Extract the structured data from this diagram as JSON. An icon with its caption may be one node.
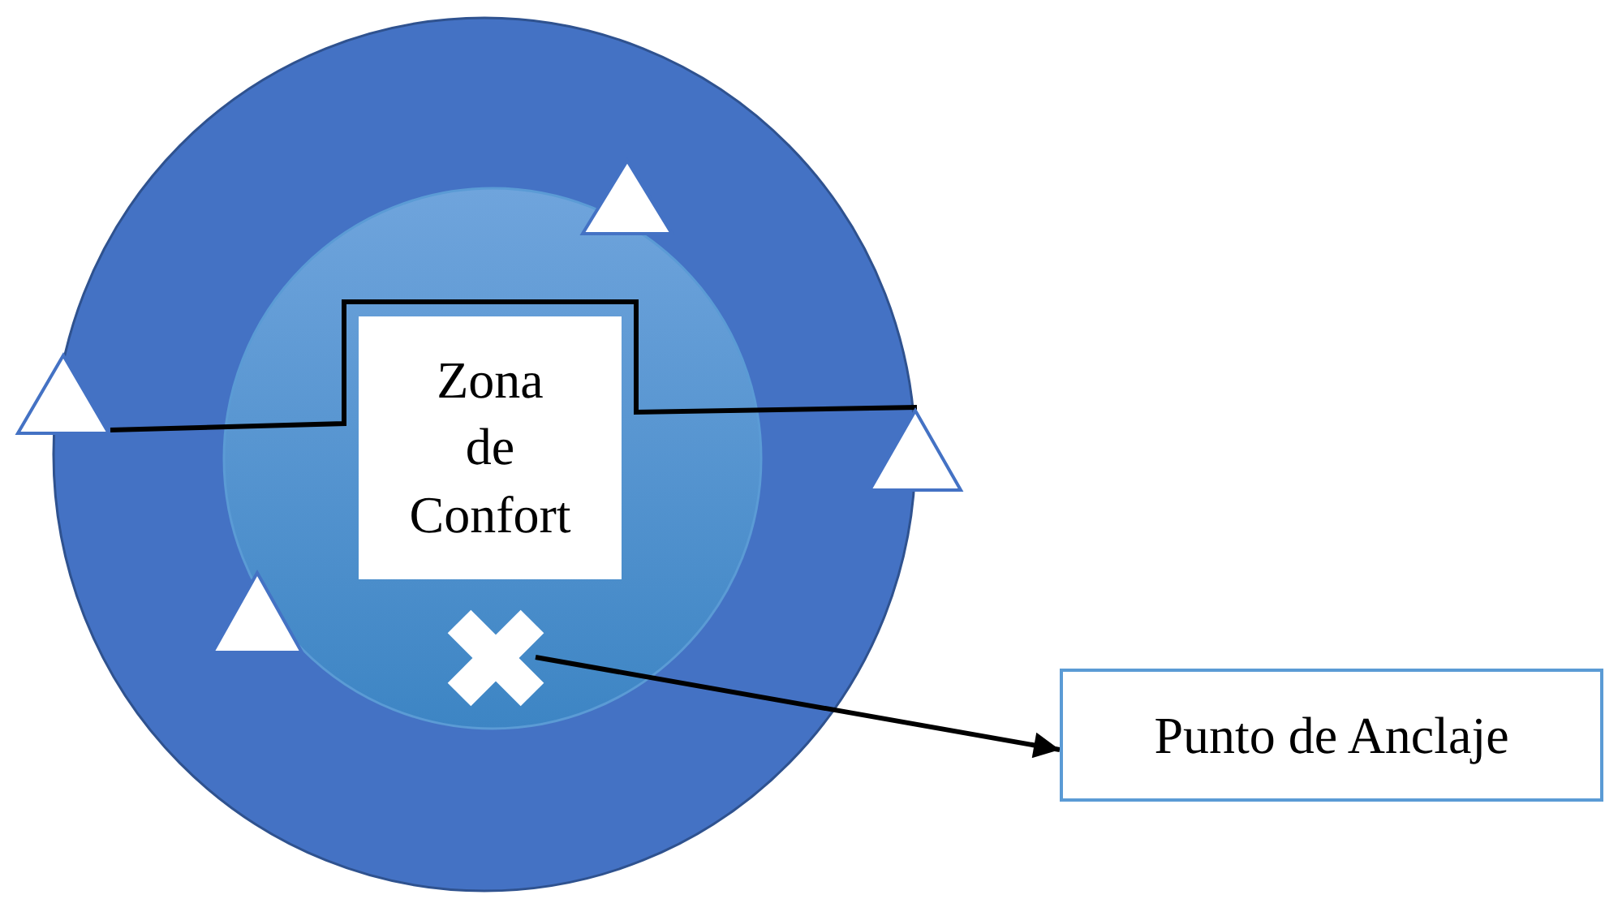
{
  "diagram": {
    "nodes": [
      {
        "text": [],
        "shape": "circle"
      },
      {
        "text": [],
        "shape": "circle",
        "in": 0
      },
      {
        "text": [
          "Zona de Confort"
        ],
        "in": 1
      },
      {
        "text": [],
        "shape": "triangle",
        "in": 0
      },
      {
        "text": [],
        "shape": "triangle"
      },
      {
        "text": [],
        "shape": "triangle"
      },
      {
        "text": [],
        "shape": "triangle",
        "in": 0
      },
      {
        "text": [],
        "shape": "cross",
        "in": 1
      },
      {
        "text": [
          "Punto de Anclaje"
        ]
      }
    ],
    "edges": [
      {
        "from": 4,
        "to": 5,
        "arrow": "none"
      },
      {
        "from": 7,
        "to": 8,
        "arrow": "to"
      }
    ]
  }
}
